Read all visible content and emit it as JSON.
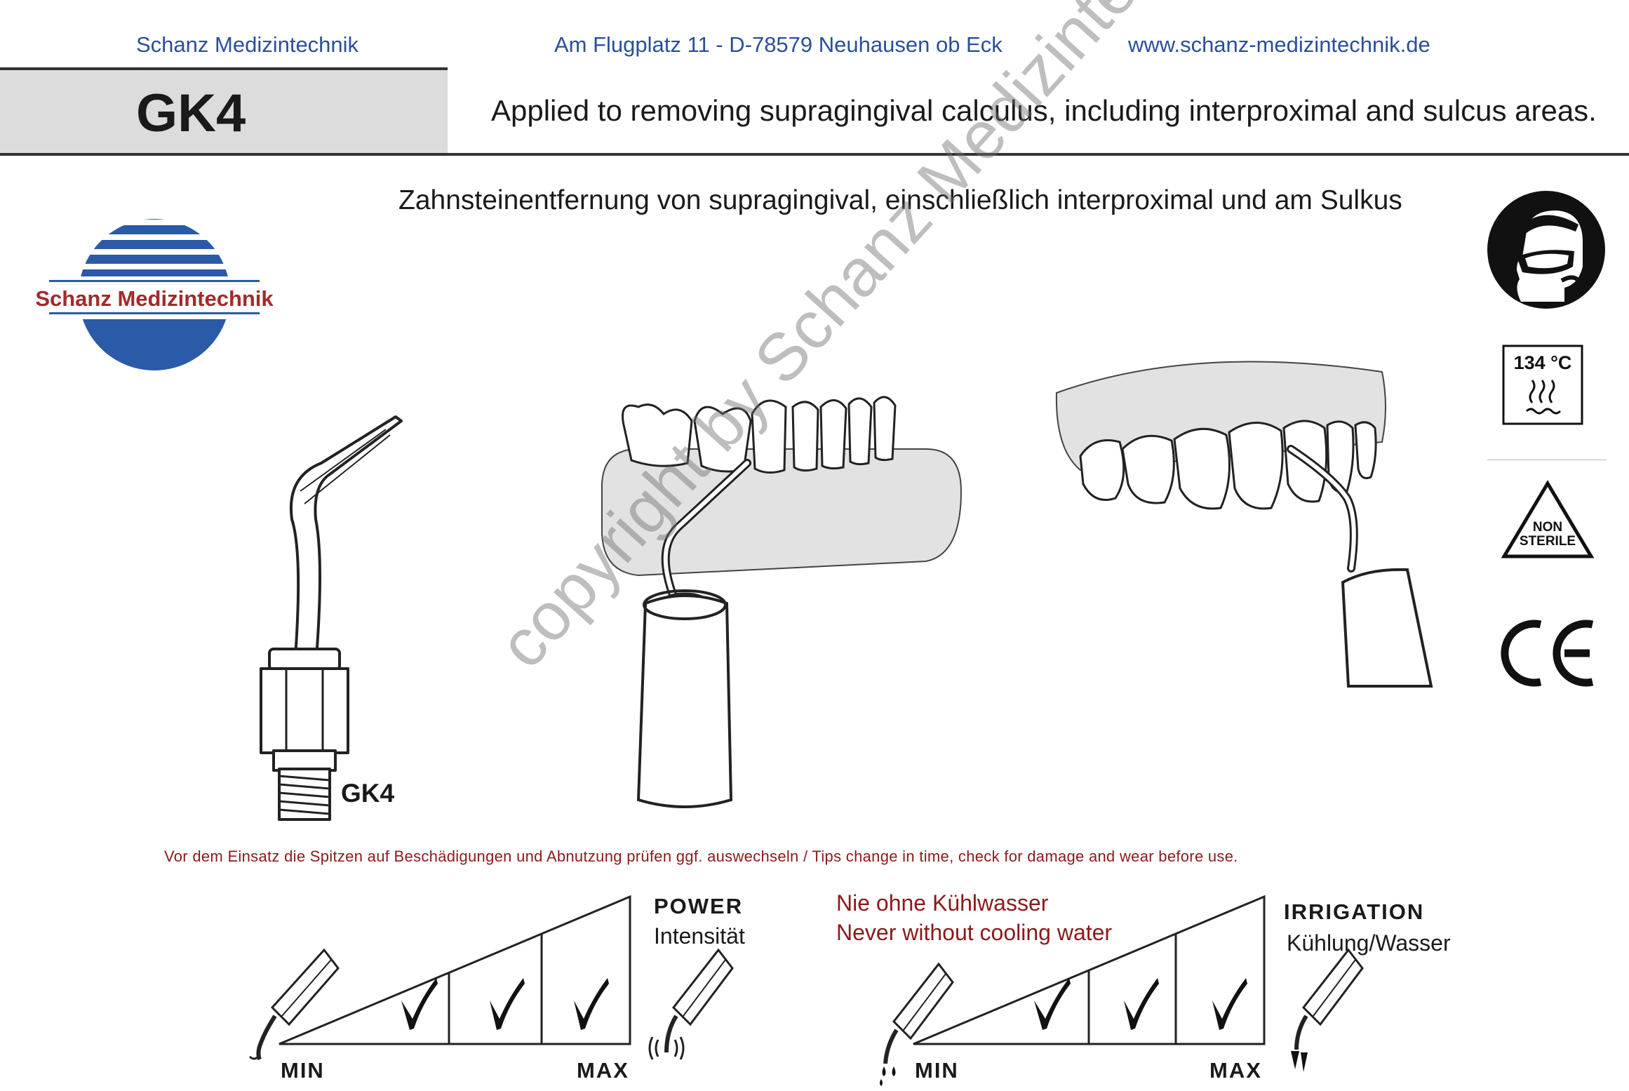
{
  "header": {
    "company": "Schanz Medizintechnik",
    "address": "Am Flugplatz 11 - D-78579 Neuhausen ob Eck",
    "website": "www.schanz-medizintechnik.de"
  },
  "product": {
    "code": "GK4",
    "tip_label": "GK4",
    "description_en": "Applied to removing supragingival calculus, including interproximal and sulcus areas.",
    "description_de": "Zahnsteinentfernung von supragingival, einschließlich interproximal und am Sulkus"
  },
  "logo": {
    "text": "Schanz Medizintechnik",
    "color_blue": "#2a5aa8",
    "color_red": "#a32a2a"
  },
  "symbols": {
    "temperature": "134 °C",
    "non_sterile_line1": "NON",
    "non_sterile_line2": "STERILE",
    "ce_mark": "CE",
    "icons": [
      "protective-equipment-icon",
      "autoclave-icon",
      "non-sterile-icon",
      "ce-mark-icon"
    ]
  },
  "warning": "Vor dem Einsatz die Spitzen auf  Beschädigungen und Abnutzung prüfen ggf. auswechseln / Tips change in time, check for damage and wear before use.",
  "power": {
    "title": "POWER",
    "subtitle": "Intensität",
    "min": "MIN",
    "max": "MAX",
    "checked_levels": [
      1,
      2,
      3
    ]
  },
  "irrigation": {
    "note_de": "Nie ohne Kühlwasser",
    "note_en": "Never without cooling water",
    "title": "IRRIGATION",
    "subtitle": "Kühlung/Wasser",
    "min": "MIN",
    "max": "MAX",
    "checked_levels": [
      1,
      2,
      3
    ]
  },
  "watermark": "copyright by Schanz Medizintechnik",
  "colors": {
    "header_blue": "#2a4f9a",
    "warning_red": "#8b1a1a",
    "band_gray": "#dcdcdc"
  }
}
